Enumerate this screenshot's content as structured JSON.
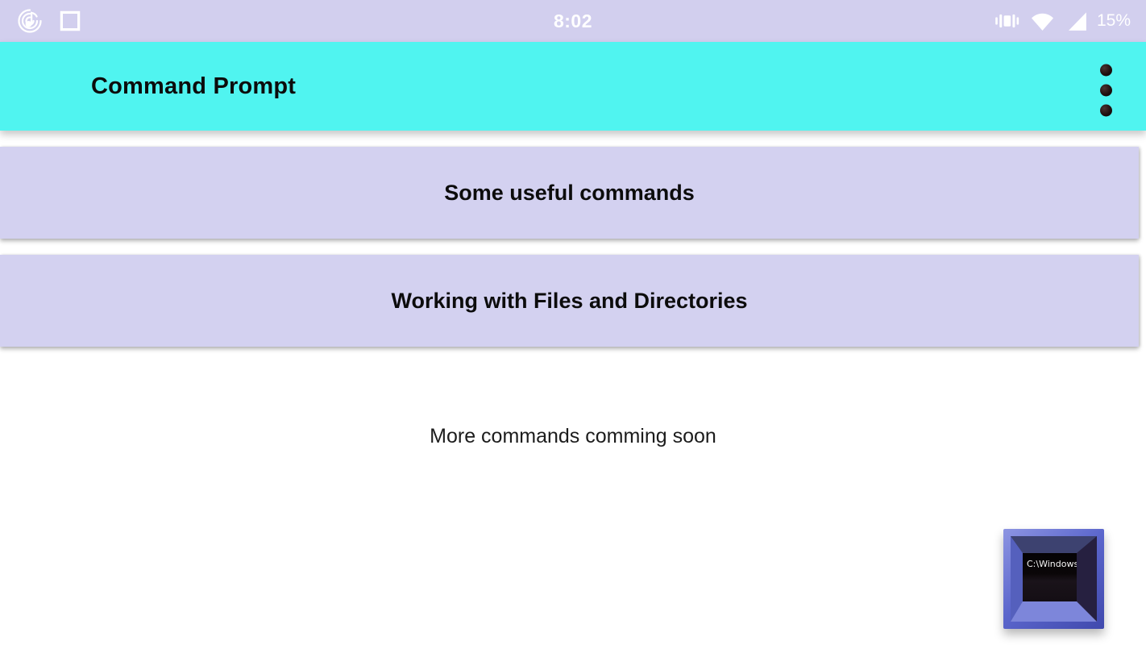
{
  "status_bar": {
    "time": "8:02",
    "battery": "15%",
    "left_icons": [
      "music-notification-icon",
      "square-outline-notification-icon"
    ],
    "right_icons": [
      "vibrate-icon",
      "wifi-icon",
      "cellular-signal-icon"
    ]
  },
  "app_bar": {
    "title": "Command Prompt",
    "overflow_icon": "overflow-dots-icon"
  },
  "cards": [
    {
      "label": "Some useful commands"
    },
    {
      "label": "Working with Files and Directories"
    }
  ],
  "footer_note": "More commands comming soon",
  "app_icon": {
    "screen_text": "C:\\Windows\\"
  },
  "colors": {
    "status_bar_bg": "#d2cfee",
    "app_bar_bg": "#50f4f0",
    "card_bg": "#d3d1f0",
    "page_bg": "#ffffff",
    "title_text": "#0c0c0c",
    "status_bar_text": "#ffffff"
  }
}
